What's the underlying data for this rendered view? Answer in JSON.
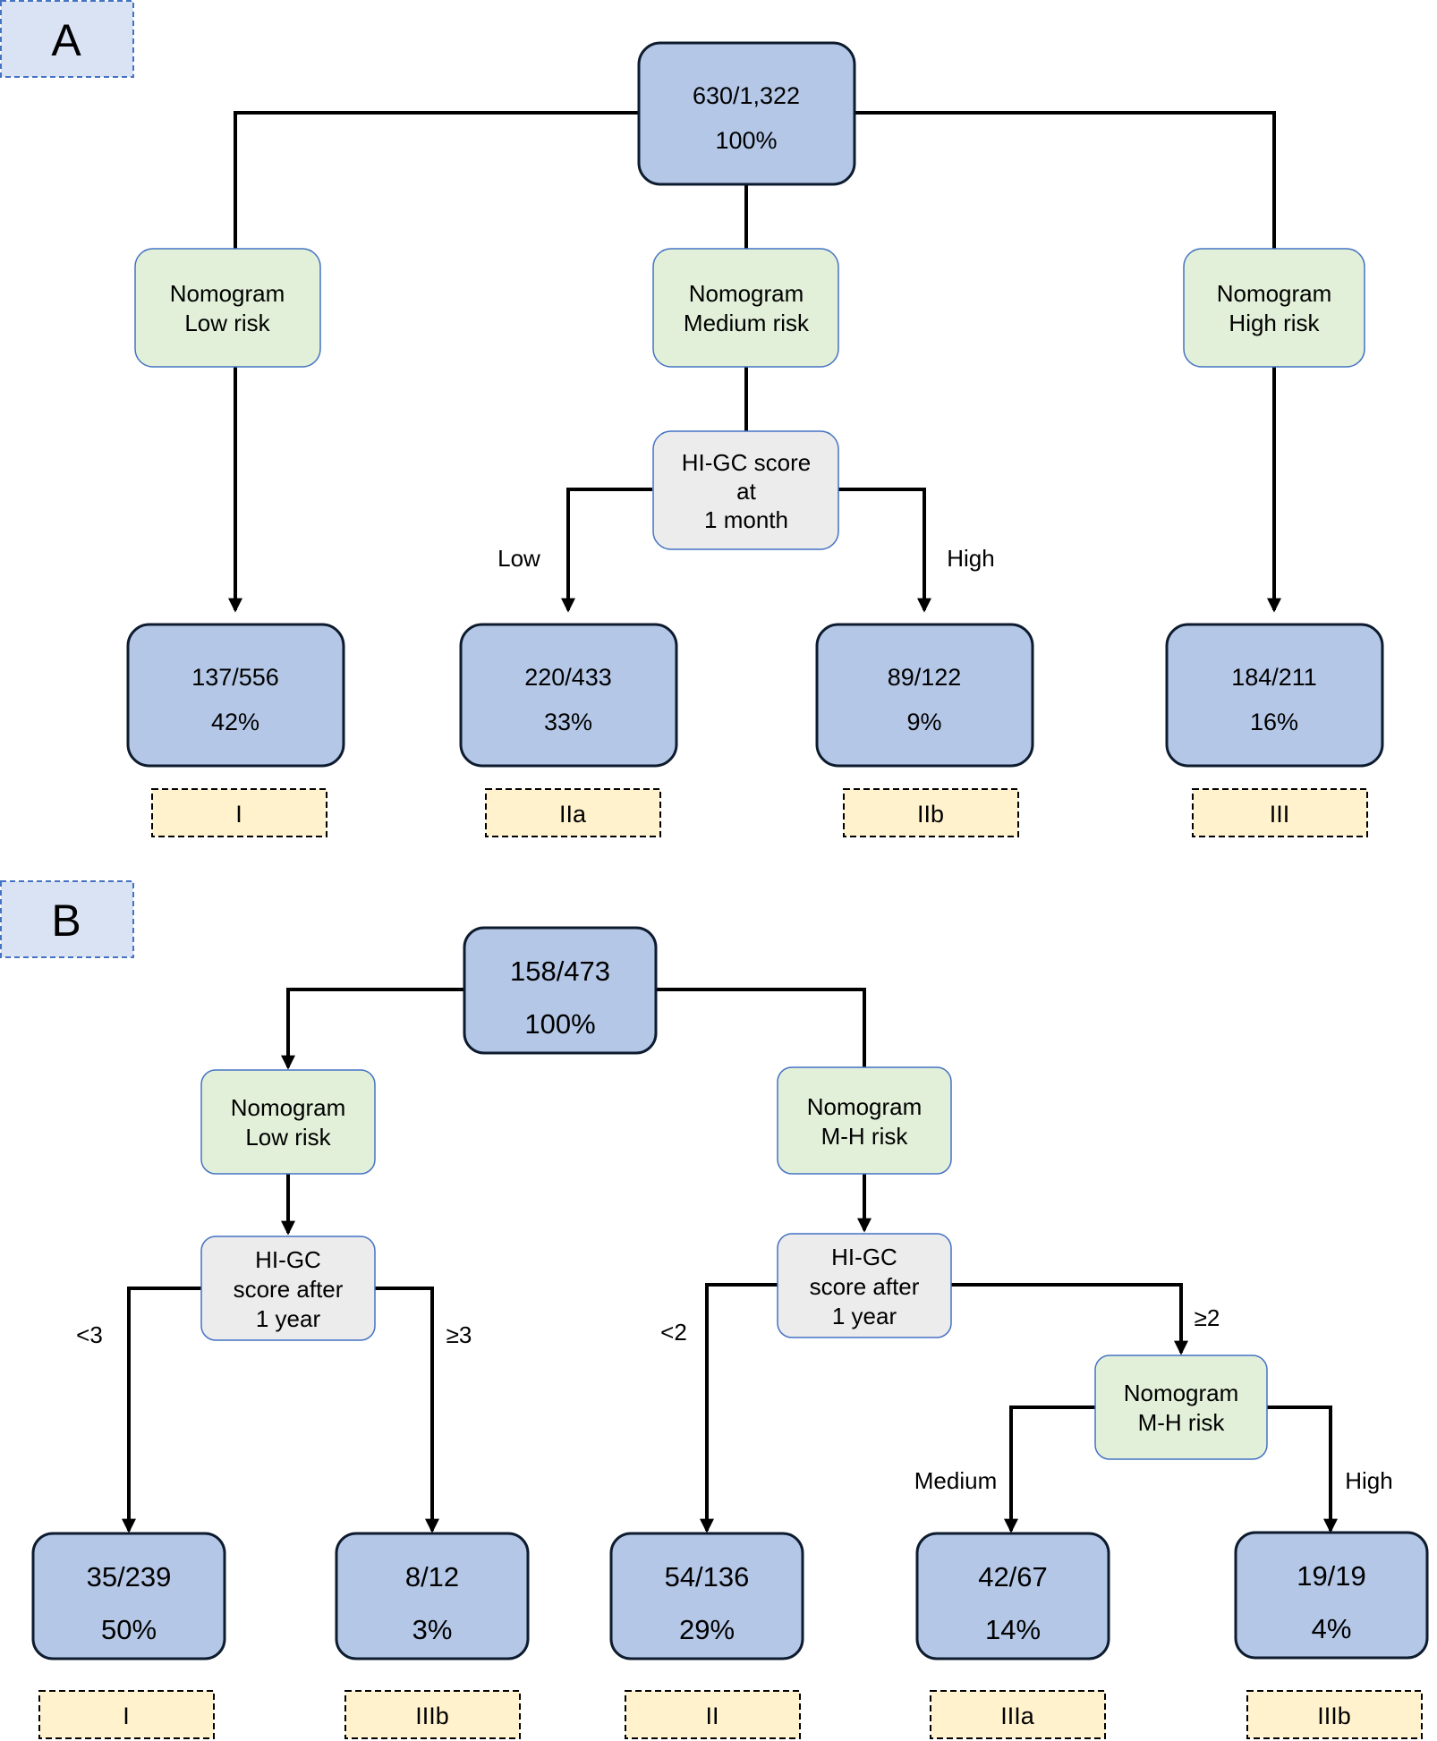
{
  "panel_a": {
    "label": "A",
    "root": {
      "line1": "630/1,322",
      "line2": "100%"
    },
    "nomogram_low": {
      "line1": "Nomogram",
      "line2": "Low risk"
    },
    "nomogram_medium": {
      "line1": "Nomogram",
      "line2": "Medium risk"
    },
    "nomogram_high": {
      "line1": "Nomogram",
      "line2": "High risk"
    },
    "higc": {
      "line1": "HI-GC score",
      "line2": "at",
      "line3": "1 month"
    },
    "branch_low": "Low",
    "branch_high": "High",
    "leaves": [
      {
        "line1": "137/556",
        "line2": "42%",
        "stage": "I"
      },
      {
        "line1": "220/433",
        "line2": "33%",
        "stage": "IIa"
      },
      {
        "line1": "89/122",
        "line2": "9%",
        "stage": "IIb"
      },
      {
        "line1": "184/211",
        "line2": "16%",
        "stage": "III"
      }
    ]
  },
  "panel_b": {
    "label": "B",
    "root": {
      "line1": "158/473",
      "line2": "100%"
    },
    "nomogram_low": {
      "line1": "Nomogram",
      "line2": "Low risk"
    },
    "nomogram_mh": {
      "line1": "Nomogram",
      "line2": "M-H risk"
    },
    "higc_left": {
      "line1": "HI-GC",
      "line2": "score after",
      "line3": "1 year"
    },
    "higc_right": {
      "line1": "HI-GC",
      "line2": "score after",
      "line3": "1 year"
    },
    "nomogram_mh2": {
      "line1": "Nomogram",
      "line2": "M-H risk"
    },
    "branch_lt3": "<3",
    "branch_ge3": "≥3",
    "branch_lt2": "<2",
    "branch_ge2": "≥2",
    "branch_medium": "Medium",
    "branch_high": "High",
    "leaves": [
      {
        "line1": "35/239",
        "line2": "50%",
        "stage": "I"
      },
      {
        "line1": "8/12",
        "line2": "3%",
        "stage": "IIIb"
      },
      {
        "line1": "54/136",
        "line2": "29%",
        "stage": "II"
      },
      {
        "line1": "42/67",
        "line2": "14%",
        "stage": "IIIa"
      },
      {
        "line1": "19/19",
        "line2": "4%",
        "stage": "IIIb"
      }
    ]
  },
  "colors": {
    "blue_box": "#b4c7e7",
    "green_box": "#e2f0d9",
    "gray_box": "#ececec",
    "yellow_box": "#fff2cc",
    "panel_label_bg": "#dae3f3",
    "panel_label_border": "#4472c4",
    "line": "#000000"
  }
}
